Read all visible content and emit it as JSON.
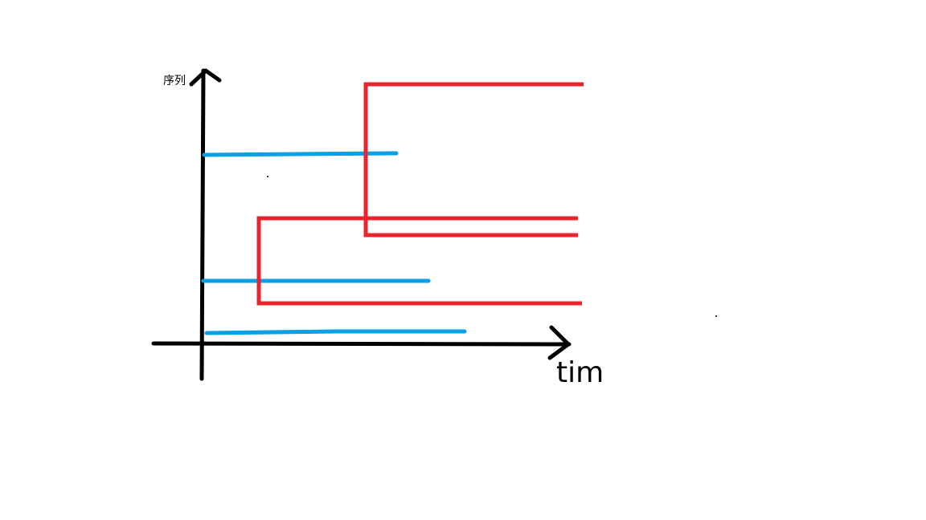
{
  "axes": {
    "y_label": "序列",
    "x_label": "tim",
    "color": "#000000"
  },
  "colors": {
    "blue": "#0aa0e6",
    "red": "#e8242c",
    "background": "#ffffff"
  },
  "blue_segment_count": 3,
  "red_bracket_count": 2
}
